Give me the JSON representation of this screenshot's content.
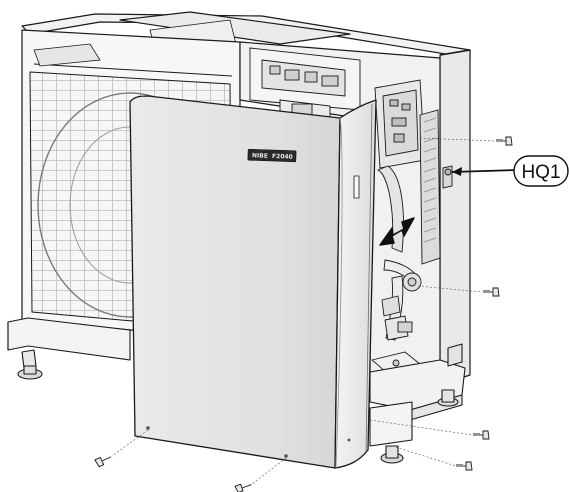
{
  "callout": {
    "label": "HQ1"
  },
  "panel_badge": {
    "brand": "NIBE",
    "model": "F2040"
  },
  "colors": {
    "line": "#1a1a1a",
    "panel_fill": "#e2e2e2",
    "side_fill": "#ececec",
    "cabinet_fill": "#f4f4f4",
    "grille": "#bcbcbc",
    "badge_bg": "#2a2a2a"
  }
}
